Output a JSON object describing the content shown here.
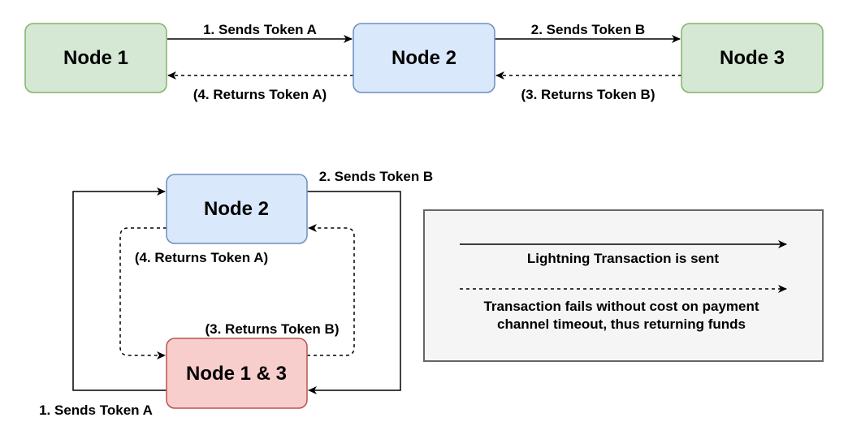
{
  "colors": {
    "green_fill": "#d5e8d4",
    "green_stroke": "#82b366",
    "blue_fill": "#dae8fc",
    "blue_stroke": "#6c8ebf",
    "red_fill": "#f8cecc",
    "red_stroke": "#b85450",
    "legend_fill": "#f5f5f5",
    "legend_stroke": "#666666",
    "edge": "#000000"
  },
  "top_diagram": {
    "node1": "Node 1",
    "node2": "Node 2",
    "node3": "Node 3",
    "send_a": "1. Sends Token A",
    "send_b": "2. Sends Token B",
    "return_b": "(3. Returns Token B)",
    "return_a": "(4. Returns Token A)"
  },
  "bottom_diagram": {
    "node2": "Node 2",
    "node13": "Node 1 & 3",
    "send_a": "1. Sends Token A",
    "send_b": "2. Sends Token B",
    "return_b": "(3. Returns Token B)",
    "return_a": "(4. Returns Token A)"
  },
  "legend": {
    "solid_label": "Lightning Transaction is sent",
    "dashed_label_line1": "Transaction fails without cost on payment",
    "dashed_label_line2": "channel timeout, thus returning funds"
  }
}
